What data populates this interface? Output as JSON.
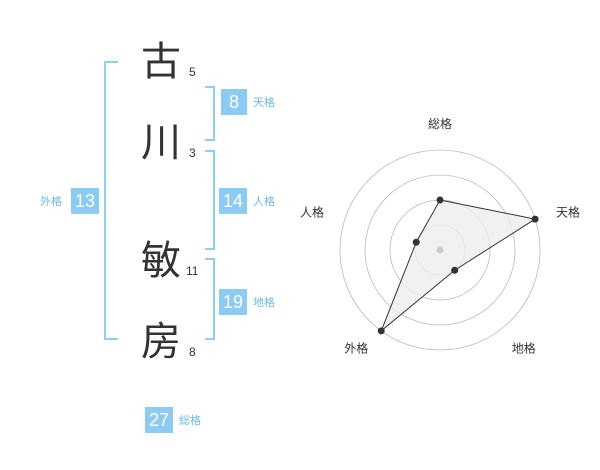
{
  "name": {
    "chars": [
      {
        "char": "古",
        "strokes": "5"
      },
      {
        "char": "川",
        "strokes": "3"
      },
      {
        "char": "敏",
        "strokes": "11"
      },
      {
        "char": "房",
        "strokes": "8"
      }
    ]
  },
  "scores": {
    "tenkaku": {
      "value": "8",
      "label": "天格"
    },
    "jinkaku": {
      "value": "14",
      "label": "人格"
    },
    "chikaku": {
      "value": "19",
      "label": "地格"
    },
    "gaikaku": {
      "value": "13",
      "label": "外格"
    },
    "soukaku": {
      "value": "27",
      "label": "総格"
    }
  },
  "chart_data": {
    "type": "radar",
    "axes": [
      "総格",
      "天格",
      "地格",
      "外格",
      "人格"
    ],
    "rings": 4,
    "values": [
      2,
      4,
      1,
      4,
      1
    ],
    "max": 4,
    "colors": {
      "fill": "#eeeeee",
      "stroke": "#333333",
      "grid": "#bbbbbb",
      "center": "#cccccc"
    }
  }
}
